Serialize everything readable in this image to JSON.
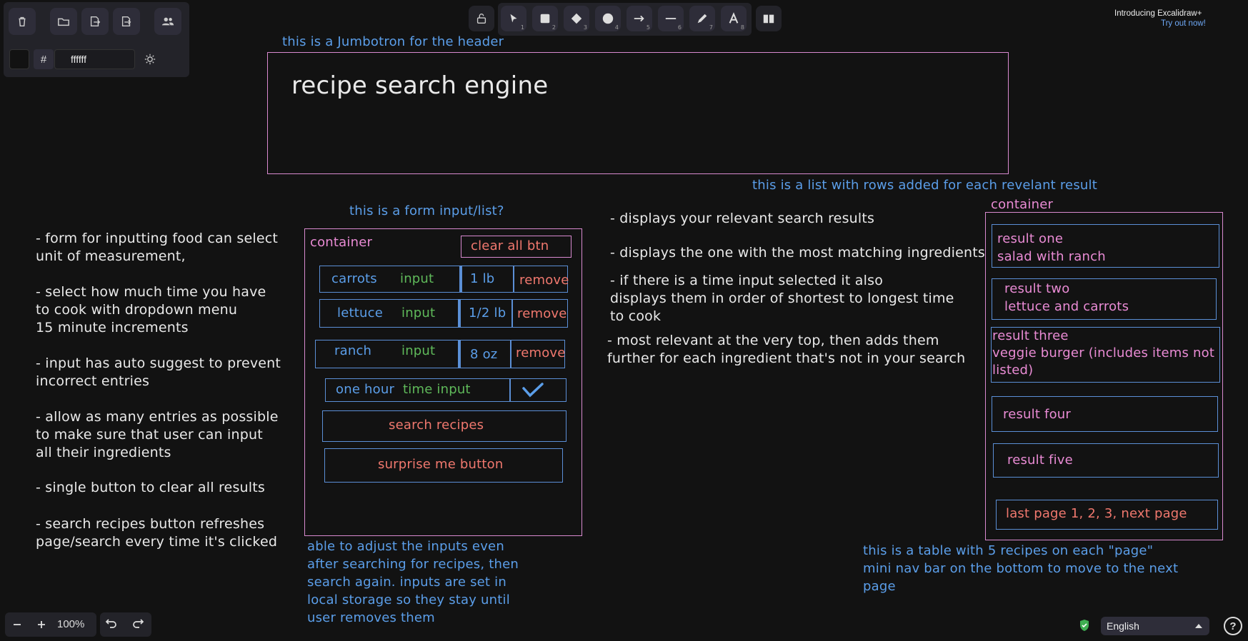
{
  "app": {
    "promo_title": "Introducing Excalidraw+",
    "promo_link": "Try out now!",
    "color_hash": "#",
    "color_value": "ffffff",
    "zoom": "100%",
    "language": "English",
    "help": "?"
  },
  "tools": [
    {
      "name": "lock-tool",
      "key": ""
    },
    {
      "name": "selection-tool",
      "key": "1"
    },
    {
      "name": "rectangle-tool",
      "key": "2"
    },
    {
      "name": "diamond-tool",
      "key": "3"
    },
    {
      "name": "ellipse-tool",
      "key": "4"
    },
    {
      "name": "arrow-tool",
      "key": "5"
    },
    {
      "name": "line-tool",
      "key": "6"
    },
    {
      "name": "pencil-tool",
      "key": "7"
    },
    {
      "name": "text-tool",
      "key": "8"
    },
    {
      "name": "library-tool",
      "key": ""
    }
  ],
  "canvas": {
    "jumbotron_caption": "this is a Jumbotron for the header",
    "jumbotron_title": "recipe search engine",
    "form_caption": "this is a form input/list?",
    "form_container": "container",
    "clear_btn": "clear all btn",
    "rows": [
      {
        "name": "carrots",
        "input": "input",
        "qty": "1 lb",
        "remove": "remove"
      },
      {
        "name": "lettuce",
        "input": "input",
        "qty": "1/2 lb",
        "remove": "remove"
      },
      {
        "name": "ranch",
        "input": "input",
        "qty": "8 oz",
        "remove": "remove"
      }
    ],
    "time_label": "one hour",
    "time_input": "time input",
    "search_btn": "search recipes",
    "surprise_btn": "surprise me button",
    "form_below_note": "able to adjust the inputs even\nafter searching for recipes, then\nsearch again. inputs are set in\nlocal storage so they stay until\nuser removes them",
    "left_notes": [
      "- form for inputting food can select\nunit of measurement,",
      "- select how much time you have\nto cook with dropdown menu\n15 minute increments",
      "- input has auto suggest to prevent\nincorrect entries",
      "- allow as many entries as possible\nto make sure that user can input\nall their ingredients",
      "- single button to clear all results",
      "- search recipes button refreshes\npage/search every time it's clicked"
    ],
    "middle_notes": [
      "- displays your relevant search results",
      "- displays the one with the most matching ingredients",
      "- if there is a time input selected it also\ndisplays them in order of shortest to longest time\nto cook",
      "- most relevant at the very top, then adds them\nfurther for each ingredient that's not in your search"
    ],
    "list_caption": "this is a list with rows added for each revelant result",
    "results_container": "container",
    "results": [
      "result one\nsalad with ranch",
      "result two\nlettuce and carrots",
      "result three\nveggie burger (includes items not\nlisted)",
      "result four",
      "result five"
    ],
    "pager": "last page 1, 2, 3, next page",
    "table_note": "this is a table with 5 recipes on each \"page\"\nmini nav bar on the bottom to move to the next\npage"
  },
  "colors": {
    "background": "#121212",
    "blue": "#5b9ee9",
    "pink": "#e98bd4",
    "salmon": "#f0786e",
    "green": "#5fb95a"
  }
}
